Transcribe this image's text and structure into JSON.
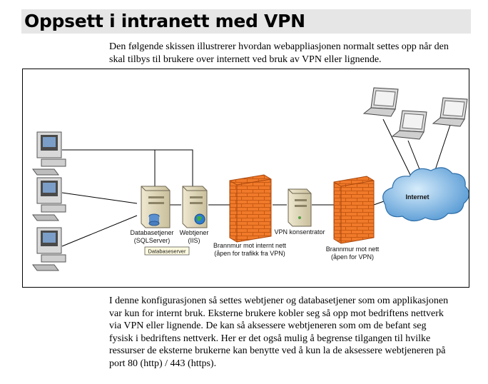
{
  "heading": "Oppsett i intranett med VPN",
  "intro_lines": [
    "Den følgende skissen illustrerer hvordan webappliasjonen normalt settes opp når den",
    "skal tilbys til brukere over internett ved bruk av VPN eller lignende."
  ],
  "diagram": {
    "labels": {
      "dbserver_line1": "Databasetjener",
      "dbserver_line2": "(SQLServer)",
      "dbserver_tag": "Databaseserver",
      "webserver_line1": "Webtjener",
      "webserver_line2": "(IIS)",
      "firewall_internal_line1": "Brannmur mot internt nett",
      "firewall_internal_line2": "(åpen for trafikk fra VPN)",
      "vpn_concentrator": "VPN konsentrator",
      "firewall_external_line1": "Brannmur mot nett",
      "firewall_external_line2": "(åpen for VPN)",
      "internet": "Internet"
    }
  },
  "body_lines": [
    "I denne konfigurasjonen så settes webtjener og databasetjener som om applikasjonen",
    "var kun for internt bruk. Eksterne brukere kobler seg så opp mot bedriftens nettverk",
    "via VPN eller lignende. De kan så aksessere webtjeneren som om de befant seg",
    "fysisk i bedriftens nettverk. Her er det også mulig å begrense tilgangen til hvilke",
    "ressurser de eksterne brukerne kan benytte ved å kun la de aksessere webtjeneren på",
    "port 80 (http) / 443 (https)."
  ],
  "colors": {
    "heading_bg": "#e6e6e6",
    "firewall": "#f07a2a",
    "firewall_dark": "#c85a14",
    "server": "#e4dcc0",
    "cloud": "#7fb8e6"
  }
}
